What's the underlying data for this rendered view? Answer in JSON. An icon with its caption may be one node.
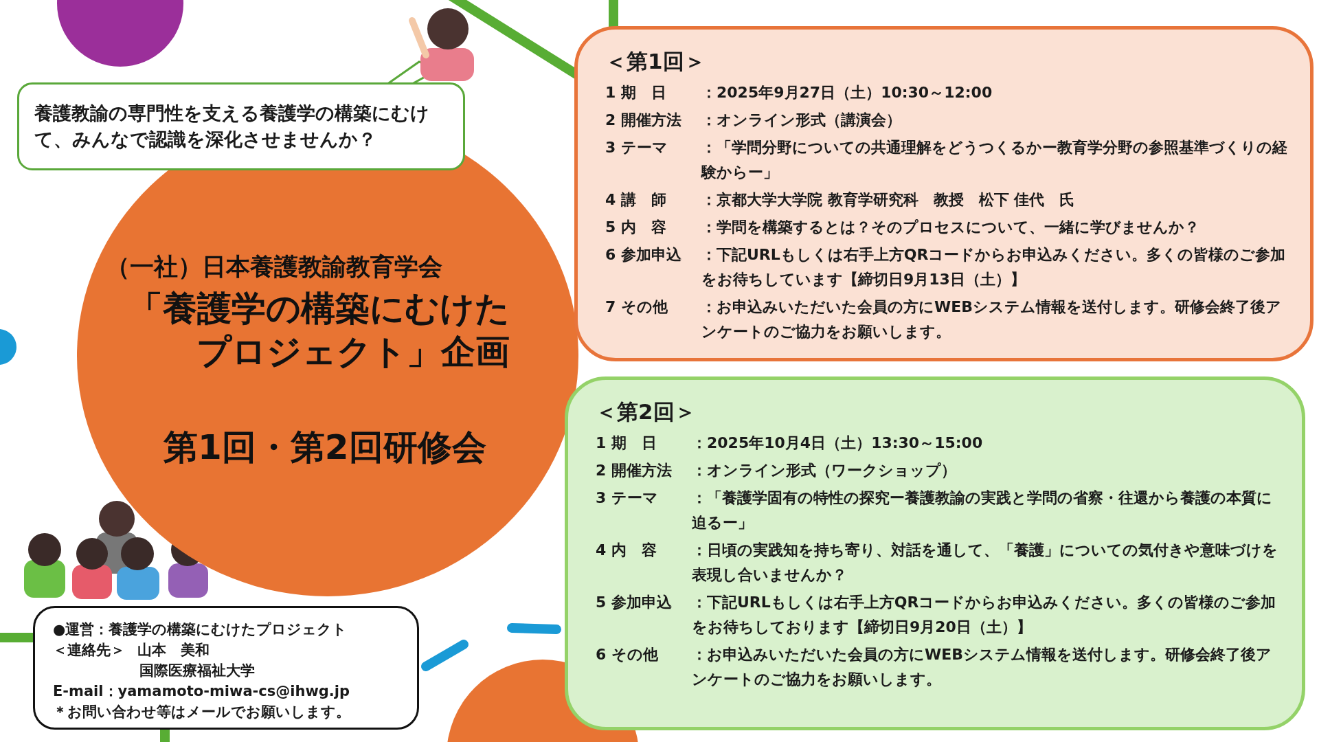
{
  "diagram": {
    "nodes": [
      {
        "text": [
          "養護教諭の専門性を支える養護学の構築にむけて、みんなで認識を深化させませんか？"
        ]
      },
      {
        "text": [
          "（一社）日本養護教諭教育学会",
          "「養護学の構築にむけたプロジェクト」企画",
          "第1回・第2回研修会"
        ]
      },
      {
        "text": [
          "＜第1回＞",
          "1 期　日",
          "：2025年9月27日（土）10:30～12:00",
          "2 開催方法",
          "：オンライン形式（講演会）",
          "3 テーマ",
          "：「学問分野についての共通理解をどうつくるかー教育学分野の参照基準づくりの経験からー」",
          "4 講　師",
          "：京都大学大学院 教育学研究科　教授　松下 佳代　氏",
          "5 内　容",
          "：学問を構築するとは？そのプロセスについて、一緒に学びませんか？",
          "6 参加申込",
          "：下記URLもしくは右手上方QRコードからお申込みください。多くの皆様のご参加をお待ちしています【締切日9月13日（土）】",
          "7 その他",
          "：お申込みいただいた会員の方にWEBシステム情報を送付します。研修会終了後アンケートのご協力をお願いします。"
        ]
      },
      {
        "text": [
          "＜第2回＞",
          "1 期　日",
          "：2025年10月4日（土）13:30～15:00",
          "2 開催方法",
          "：オンライン形式（ワークショップ）",
          "3 テーマ",
          "：「養護学固有の特性の探究ー養護教諭の実践と学問の省察・往還から養護の本質に迫るー」",
          "4 内　容",
          "：日頃の実践知を持ち寄り、対話を通して、「養護」についての気付きや意味づけを表現し合いませんか？",
          "5 参加申込",
          "：下記URLもしくは右手上方QRコードからお申込みください。多くの皆様のご参加をお待ちしております【締切日9月20日（土）】",
          "6 その他",
          "：お申込みいただいた会員の方にWEBシステム情報を送付します。研修会終了後アンケートのご協力をお願いします。"
        ]
      },
      {
        "text": [
          "●運営：養護学の構築にむけたプロジェクト",
          "＜連絡先＞",
          "山本　美和",
          "国際医療福祉大学",
          "E-mail：yamamoto-miwa-cs@ihwg.jp",
          "＊お問い合わせ等はメールでお願いします。"
        ]
      }
    ]
  }
}
